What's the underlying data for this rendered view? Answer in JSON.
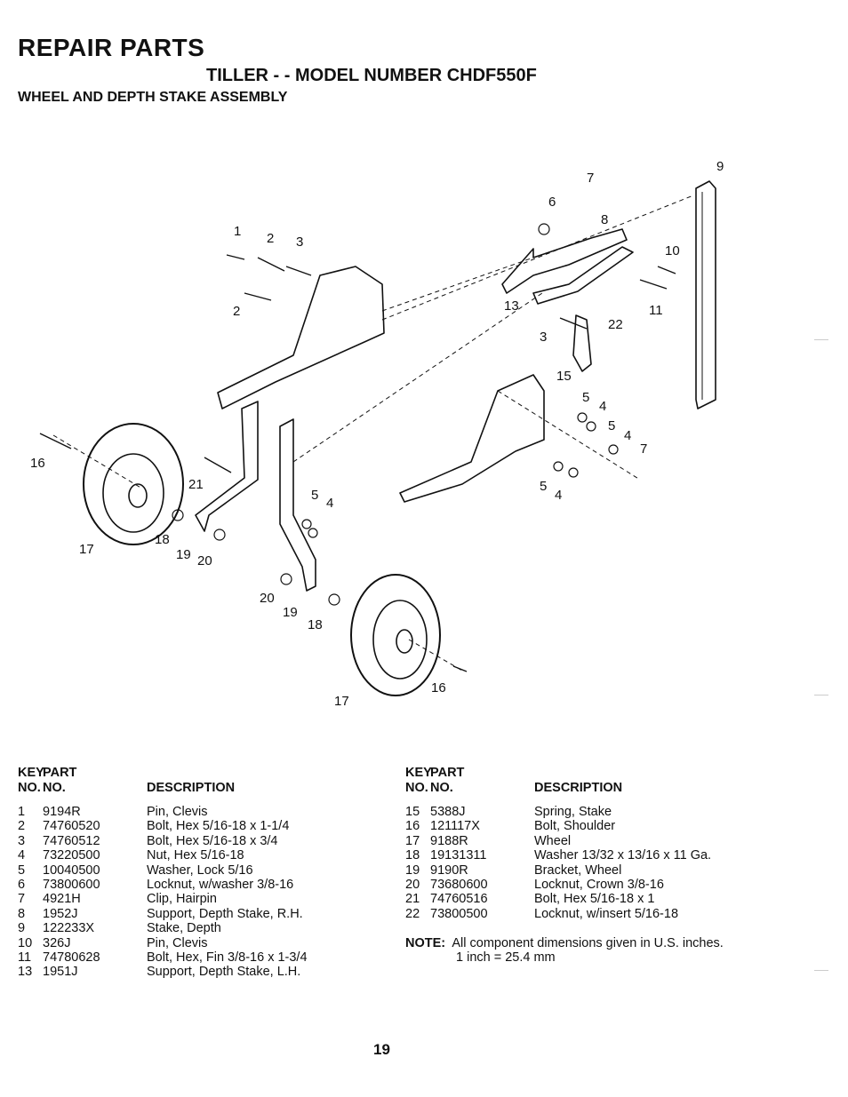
{
  "header": {
    "title": "REPAIR PARTS",
    "model": "TILLER - - MODEL NUMBER CHDF550F",
    "assembly": "WHEEL AND DEPTH STAKE ASSEMBLY"
  },
  "diagram": {
    "callouts": [
      "1",
      "2",
      "3",
      "2",
      "6",
      "7",
      "8",
      "9",
      "10",
      "11",
      "13",
      "3",
      "22",
      "15",
      "5",
      "4",
      "5",
      "4",
      "7",
      "5",
      "4",
      "16",
      "21",
      "17",
      "18",
      "19",
      "20",
      "5",
      "4",
      "20",
      "19",
      "18",
      "17",
      "16"
    ]
  },
  "table_headers": {
    "key_line1": "KEY",
    "key_line2": "NO.",
    "part_line1": "PART",
    "part_line2": "NO.",
    "description": "DESCRIPTION"
  },
  "parts_left": [
    {
      "key": "1",
      "part": "9194R",
      "desc": "Pin, Clevis"
    },
    {
      "key": "2",
      "part": "74760520",
      "desc": "Bolt, Hex 5/16-18 x 1-1/4"
    },
    {
      "key": "3",
      "part": "74760512",
      "desc": "Bolt, Hex 5/16-18 x 3/4"
    },
    {
      "key": "4",
      "part": "73220500",
      "desc": "Nut, Hex 5/16-18"
    },
    {
      "key": "5",
      "part": "10040500",
      "desc": "Washer, Lock 5/16"
    },
    {
      "key": "6",
      "part": "73800600",
      "desc": "Locknut, w/washer 3/8-16"
    },
    {
      "key": "7",
      "part": "4921H",
      "desc": "Clip, Hairpin"
    },
    {
      "key": "8",
      "part": "1952J",
      "desc": "Support, Depth Stake, R.H."
    },
    {
      "key": "9",
      "part": "122233X",
      "desc": "Stake, Depth"
    },
    {
      "key": "10",
      "part": "326J",
      "desc": "Pin, Clevis"
    },
    {
      "key": "11",
      "part": "74780628",
      "desc": "Bolt, Hex, Fin 3/8-16 x 1-3/4"
    },
    {
      "key": "13",
      "part": "1951J",
      "desc": "Support, Depth Stake, L.H."
    }
  ],
  "parts_right": [
    {
      "key": "15",
      "part": "5388J",
      "desc": "Spring, Stake"
    },
    {
      "key": "16",
      "part": "121117X",
      "desc": "Bolt, Shoulder"
    },
    {
      "key": "17",
      "part": "9188R",
      "desc": "Wheel"
    },
    {
      "key": "18",
      "part": "19131311",
      "desc": "Washer 13/32 x 13/16 x 11 Ga."
    },
    {
      "key": "19",
      "part": "9190R",
      "desc": "Bracket, Wheel"
    },
    {
      "key": "20",
      "part": "73680600",
      "desc": "Locknut, Crown 3/8-16"
    },
    {
      "key": "21",
      "part": "74760516",
      "desc": "Bolt, Hex 5/16-18 x 1"
    },
    {
      "key": "22",
      "part": "73800500",
      "desc": "Locknut, w/insert 5/16-18"
    }
  ],
  "note": {
    "label": "NOTE:",
    "line1": "All component dimensions given in U.S. inches.",
    "line2": "1 inch = 25.4 mm"
  },
  "page_number": "19"
}
